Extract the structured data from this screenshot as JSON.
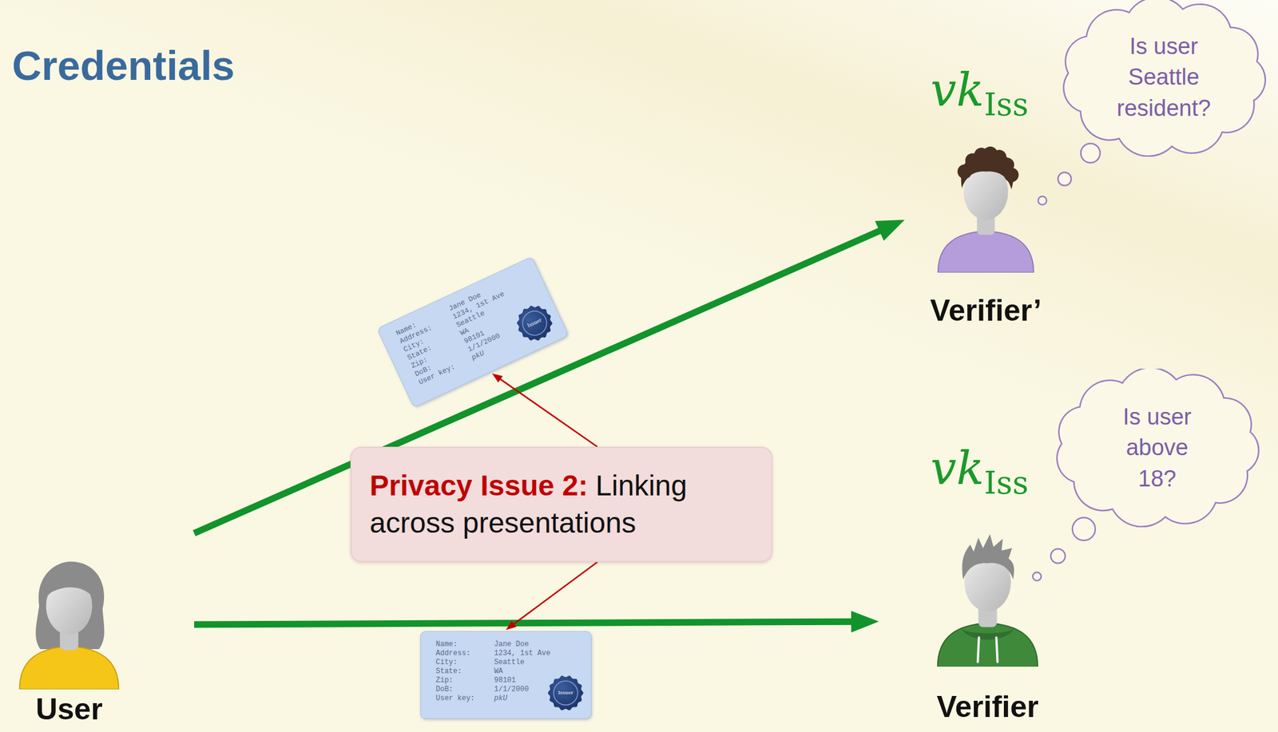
{
  "diagram": {
    "title": "Credentials",
    "nodes": [
      {
        "text": [
          "User"
        ]
      },
      {
        "text": [
          "Verifier’"
        ]
      },
      {
        "text": [
          "Verifier"
        ]
      },
      {
        "text": [
          "Is user Seattle resident?"
        ]
      },
      {
        "text": [
          "Is user above 18?"
        ]
      },
      {
        "text": [
          "Name:",
          "Jane Doe",
          "Address:",
          "1234, 1st Ave",
          "City:",
          "Seattle",
          "State:",
          "WA",
          "Zip:",
          "98101",
          "DoB:",
          "1/1/2000",
          "User key:",
          "pkU",
          "Issuer"
        ]
      },
      {
        "text": [
          "Name:",
          "Jane Doe",
          "Address:",
          "1234, 1st Ave",
          "City:",
          "Seattle",
          "State:",
          "WA",
          "Zip:",
          "98101",
          "DoB:",
          "1/1/2000",
          "User key:",
          "pkU",
          "Issuer"
        ]
      },
      {
        "text": [
          "Privacy Issue 2:",
          "Linking across presentations"
        ]
      }
    ],
    "edges": [
      {
        "from": 0,
        "to": 1,
        "arrow": "to"
      },
      {
        "from": 0,
        "to": 2,
        "arrow": "to"
      },
      {
        "from": 7,
        "to": 5,
        "arrow": "to"
      },
      {
        "from": 7,
        "to": 6,
        "arrow": "to"
      }
    ],
    "labels": [
      "vk",
      "Iss",
      "vk",
      "Iss"
    ]
  }
}
